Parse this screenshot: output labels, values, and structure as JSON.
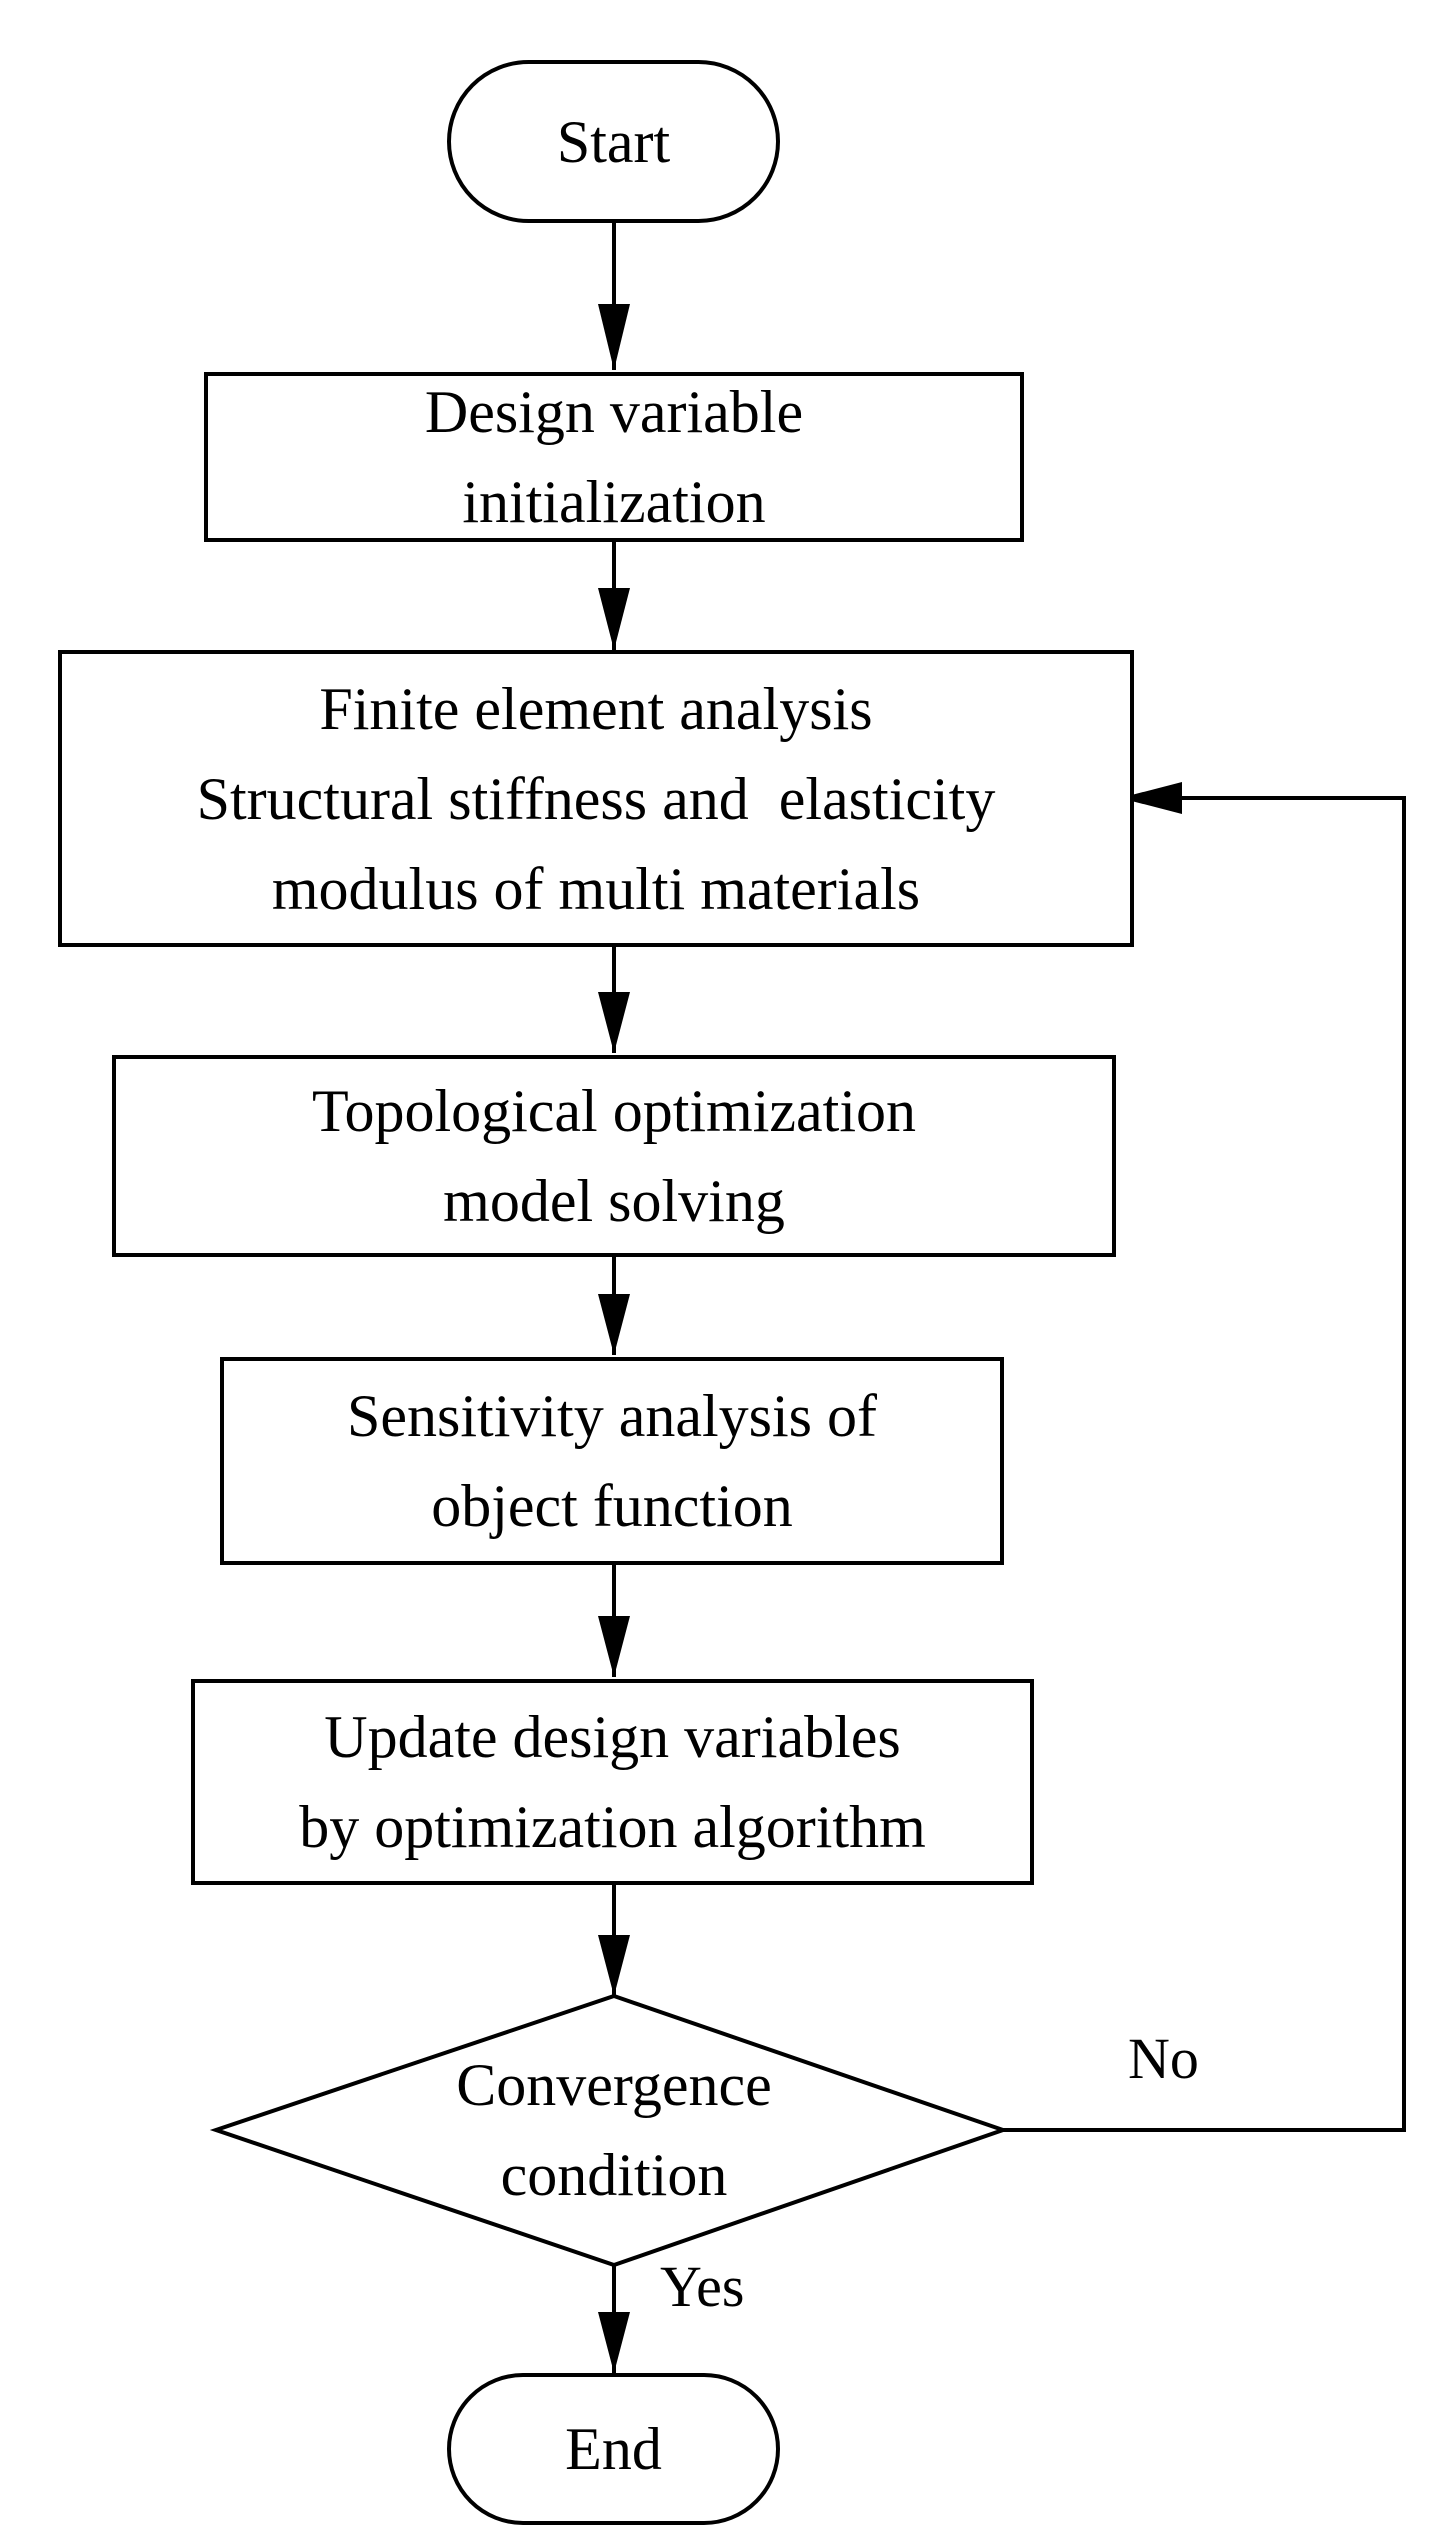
{
  "nodes": {
    "start": {
      "lines": [
        "Start"
      ]
    },
    "init": {
      "lines": [
        "Design variable",
        "initialization"
      ]
    },
    "fea": {
      "lines": [
        "Finite element analysis",
        "Structural stiffness and  elasticity",
        "modulus of multi materials"
      ]
    },
    "topo": {
      "lines": [
        "Topological optimization",
        "model solving"
      ]
    },
    "sens": {
      "lines": [
        "Sensitivity analysis of",
        "object function"
      ]
    },
    "update": {
      "lines": [
        "Update design variables",
        "by optimization algorithm"
      ]
    },
    "conv": {
      "lines": [
        "Convergence",
        "condition"
      ]
    },
    "end": {
      "lines": [
        "End"
      ]
    }
  },
  "edges": {
    "no_label": "No",
    "yes_label": "Yes"
  },
  "colors": {
    "stroke": "#000000",
    "fill": "#ffffff",
    "text": "#000000"
  }
}
